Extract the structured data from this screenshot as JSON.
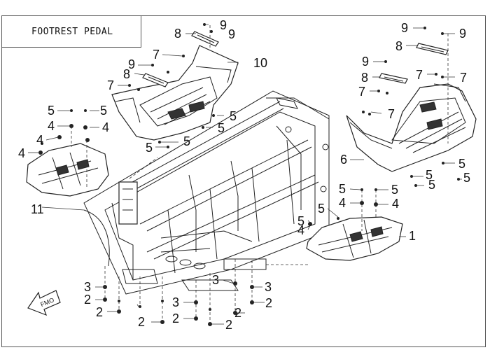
{
  "title": "FOOTREST PEDAL",
  "arrow_text": "FMO",
  "labels": {
    "l9a": "9",
    "l8a": "8",
    "l9b": "9",
    "l10": "10",
    "l7a": "7",
    "l9c": "9",
    "l8b": "8",
    "l7b": "7",
    "l5a": "5",
    "l5b": "5",
    "l5c": "5",
    "l5d": "5",
    "l5e": "5",
    "l5f": "5",
    "l4a": "4",
    "l4b": "4",
    "l4c": "4",
    "l4d": "4",
    "l11": "11",
    "l9d": "9",
    "l9e": "9",
    "l8c": "8",
    "l9f": "9",
    "l8d": "8",
    "l7c": "7",
    "l7d": "7",
    "l7e": "7",
    "l7f": "7",
    "l6": "6",
    "l5g": "5",
    "l5h": "5",
    "l5i": "5",
    "l5j": "5",
    "l5k": "5",
    "l5l": "5",
    "l4e": "4",
    "l4f": "4",
    "l5m": "5",
    "l5n": "5",
    "l4g": "4",
    "l1": "1",
    "l3a": "3",
    "l2a": "2",
    "l2b": "2",
    "l2c": "2",
    "l3b": "3",
    "l2d": "2",
    "l3c": "3",
    "l2e": "2",
    "l2f": "2",
    "l3d": "3",
    "l2g": "2"
  }
}
